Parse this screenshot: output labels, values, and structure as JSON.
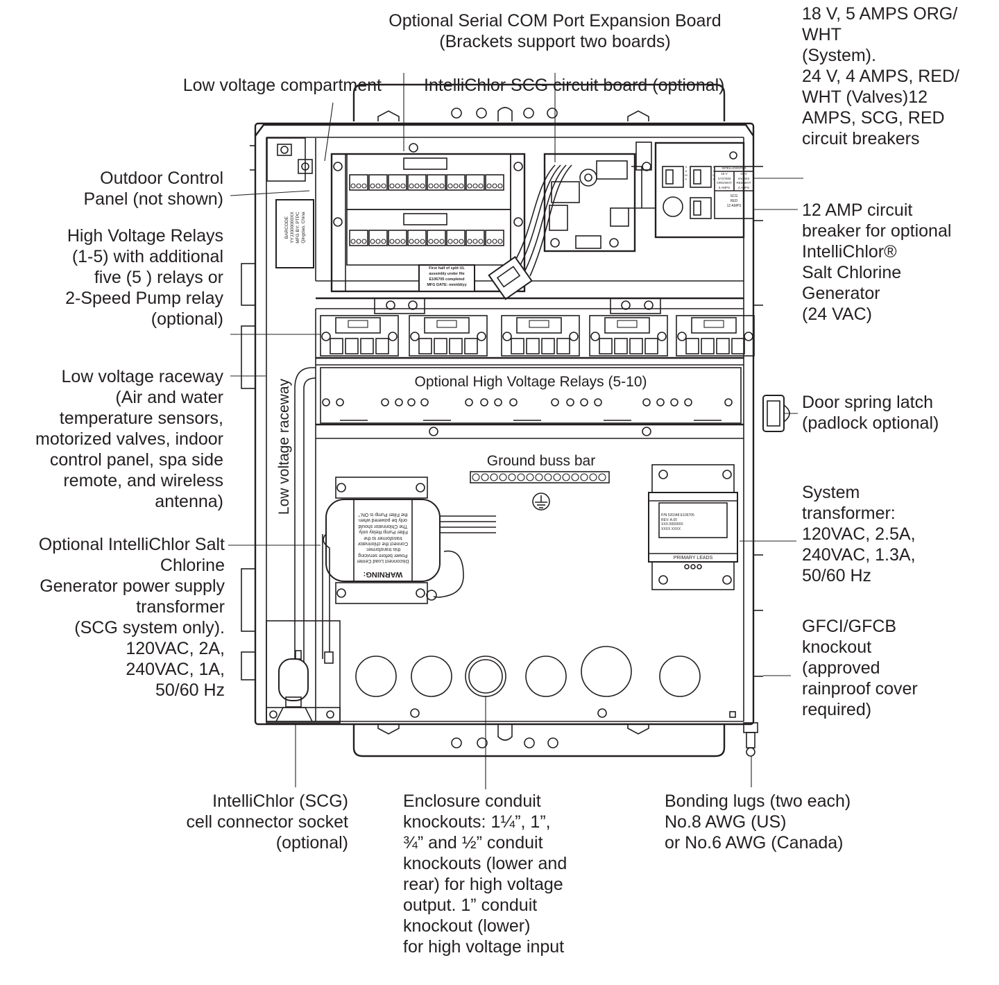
{
  "labels": {
    "serial_com": "Optional Serial COM Port Expansion Board\n(Brackets support two boards)",
    "low_voltage_compartment": "Low voltage compartment",
    "intellichlor_board": "IntelliChlor SCG circuit board (optional)",
    "circuit_breakers": "18 V, 5 AMPS ORG/\nWHT\n(System).\n24 V, 4 AMPS, RED/\nWHT (Valves)12\nAMPS, SCG, RED\ncircuit breakers",
    "outdoor_panel": "Outdoor Control\nPanel (not shown)",
    "high_voltage_relays": "High Voltage Relays\n(1-5) with additional\nfive (5 ) relays or\n2-Speed Pump relay\n(optional)",
    "amp_breaker": "12 AMP circuit\nbreaker for optional\nIntelliChlor®\nSalt Chlorine\nGenerator\n(24 VAC)",
    "raceway_desc": "Low voltage raceway\n(Air and water\ntemperature sensors,\nmotorized valves, indoor\ncontrol panel, spa side\nremote, and wireless\nantenna)",
    "door_latch": "Door spring latch\n(padlock optional)",
    "system_transformer": "System\ntransformer:\n120VAC, 2.5A,\n240VAC, 1.3A,\n50/60 Hz",
    "scg_transformer": "Optional IntelliChlor Salt\nChlorine\nGenerator power supply\ntransformer\n(SCG system only).\n120VAC, 2A,\n240VAC, 1A,\n50/60 Hz",
    "gfci": "GFCI/GFCB\nknockout\n(approved\nrainproof cover\nrequired)",
    "cell_socket": "IntelliChlor (SCG)\ncell connector socket\n(optional)",
    "conduit": "Enclosure conduit\nknockouts:  1¼”, 1”,\n¾” and ½” conduit\nknockouts (lower and\nrear) for high voltage\noutput. 1” conduit\nknockout (lower)\nfor high voltage input",
    "bonding_lugs": "Bonding lugs (two each)\nNo.8 AWG (US)\nor No.6 AWG (Canada)"
  },
  "inner": {
    "optional_relays": "Optional High Voltage Relays (5-10)",
    "raceway_vertical": "Low voltage raceway",
    "ground_buss": "Ground buss bar",
    "warning_title": "WARNING:",
    "warning_text": "Disconnect Load Center\nPower before servicing\nthis transformer.\nConnect the chlorinator\ntransformer to the\nFilter Pump Relay only.\nThe Chlorinator should\nonly be powered when\nthe Filter Pump is ON.\"",
    "primary_leads": "PRIMARY LEADS",
    "ul_note": "First half of split UL\nassembly under file\nE106705 completed\nMFG DATE: mm/dd/yy",
    "barcode_sticker": "BARCODE\nYYJJ000000XX\nMFG BY: PTPC\nQingdao, China",
    "transformer_plate": "P/N 520348     E106705\nREV: A.00\nXXX-000000X\nXXXX XXXX",
    "breaker_header": "INTELLICENTER",
    "breaker_18v": "18 V\nSYSTEM\nORG/WHT\n5 AMPS",
    "breaker_24v": "24 V\nVALVES\nRED/WHT\n4 AMPS",
    "breaker_scg": "SCG\nRED\n12 AMPS",
    "amp_small": "5\nA\nM\nP"
  }
}
